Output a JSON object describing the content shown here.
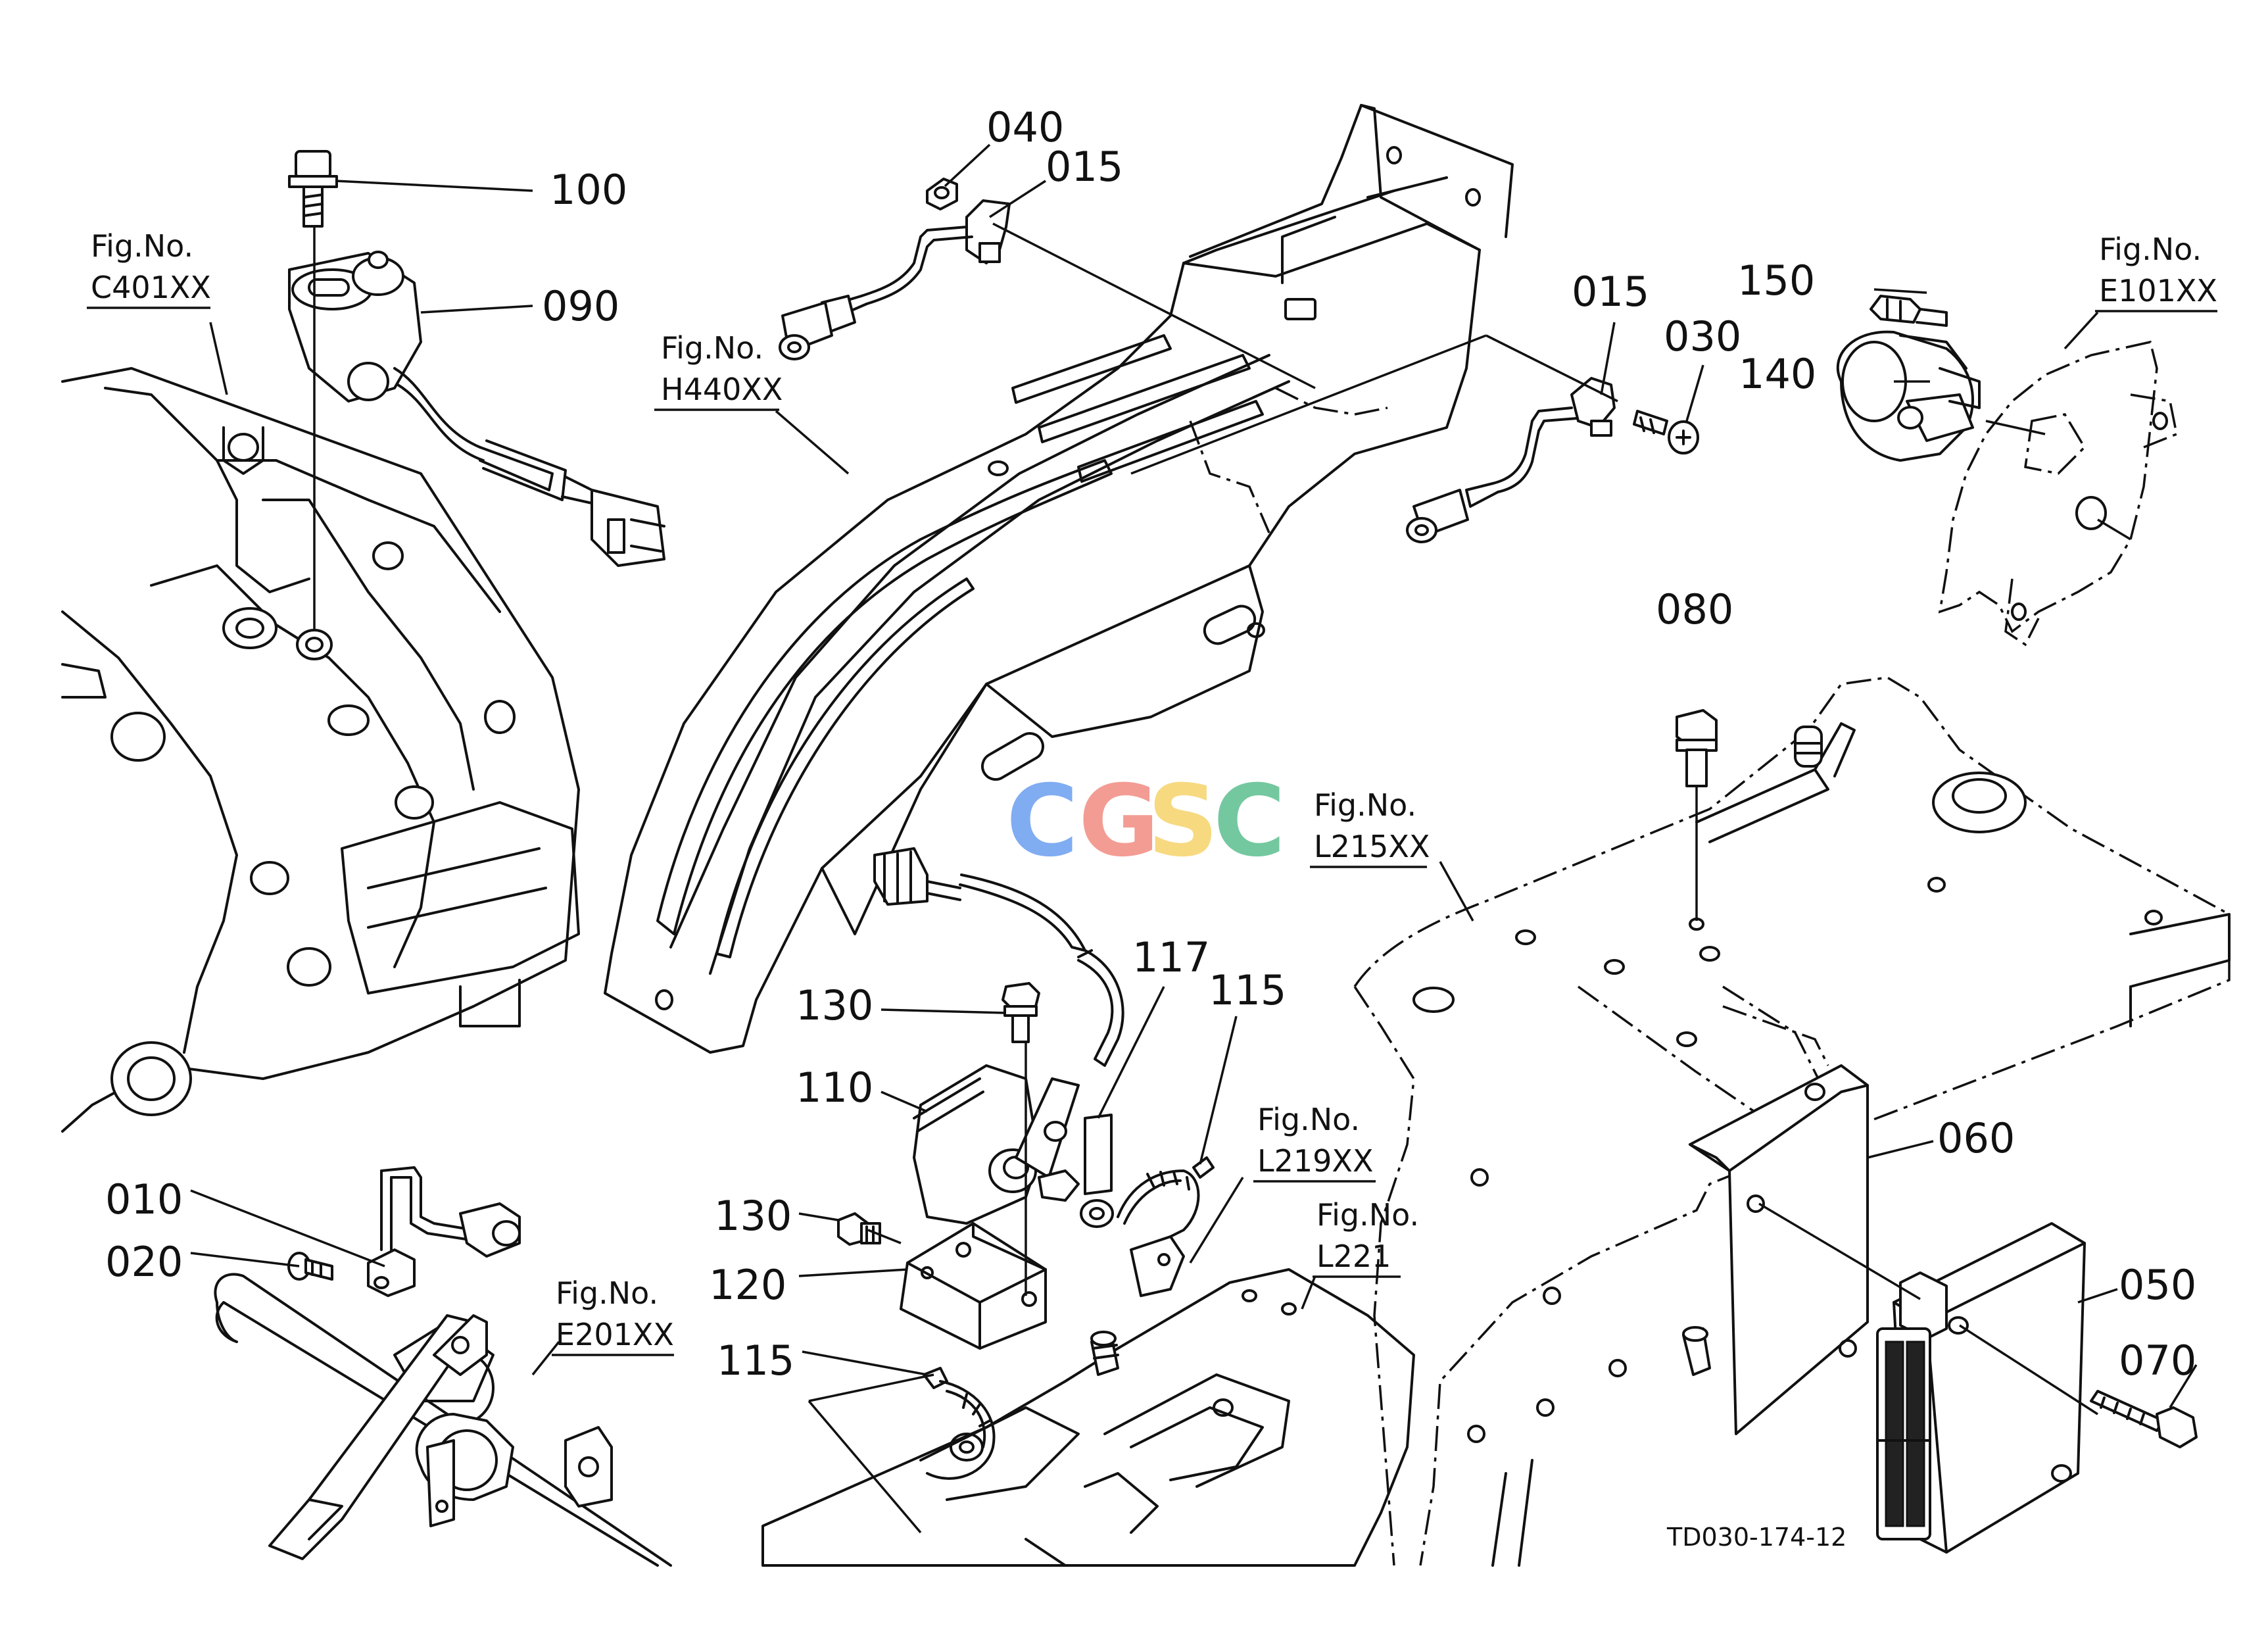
{
  "drawing_code": "TD030-174-12",
  "watermark": {
    "letters": [
      "C",
      "G",
      "S",
      "C"
    ],
    "colors": [
      "#6b9ef0",
      "#f28b82",
      "#f6d36b",
      "#5cbf8f"
    ]
  },
  "part_numbers": {
    "p010": "010",
    "p015a": "015",
    "p015b": "015",
    "p020": "020",
    "p030": "030",
    "p040": "040",
    "p050": "050",
    "p060": "060",
    "p070": "070",
    "p080": "080",
    "p090": "090",
    "p100": "100",
    "p110": "110",
    "p115a": "115",
    "p115b": "115",
    "p117": "117",
    "p120": "120",
    "p130a": "130",
    "p130b": "130",
    "p140": "140",
    "p150": "150"
  },
  "fig_refs": {
    "fig_label": "Fig.No.",
    "c401": "C401XX",
    "h440": "H440XX",
    "e101": "E101XX",
    "l215": "L215XX",
    "l219": "L219XX",
    "l221": "L221",
    "e201": "E201XX"
  }
}
